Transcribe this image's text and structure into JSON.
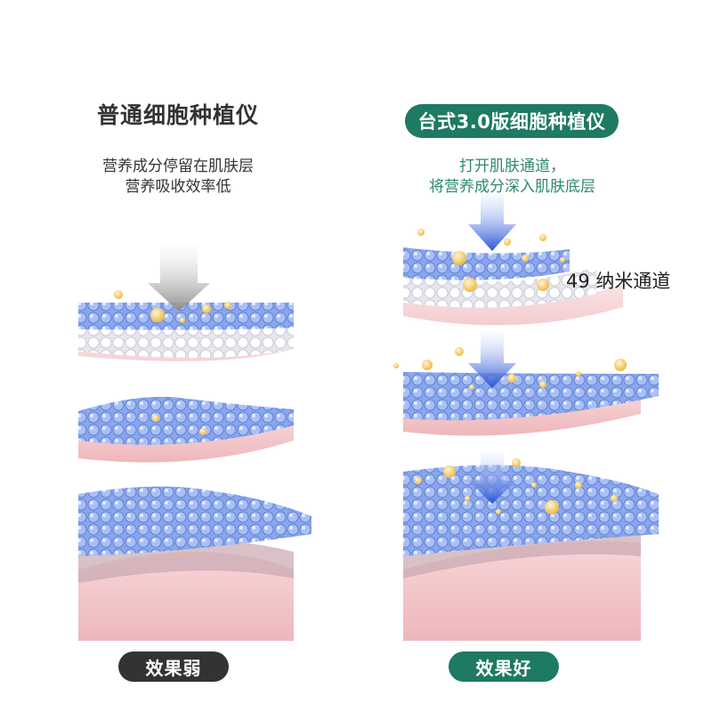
{
  "left": {
    "title": "普通细胞种植仪",
    "desc_line1": "营养成分停留在肌肤层",
    "desc_line2": "营养吸收效率低",
    "badge": "效果弱"
  },
  "right": {
    "title": "台式3.0版细胞种植仪",
    "desc_line1": "打开肌肤通道，",
    "desc_line2": "将营养成分深入肌肤底层",
    "channel_label": "49 纳米通道",
    "badge": "效果好"
  },
  "colors": {
    "green": "#1e7a62",
    "green_text": "#2d8a6c",
    "dark": "#333333",
    "cell_blue": "#7f9ee6",
    "skin_pink": "#f3c9cc",
    "nutrient_gold": "#f0c356",
    "arrow_gray": "#9a9a9a",
    "arrow_blue": "#2f57d6"
  }
}
